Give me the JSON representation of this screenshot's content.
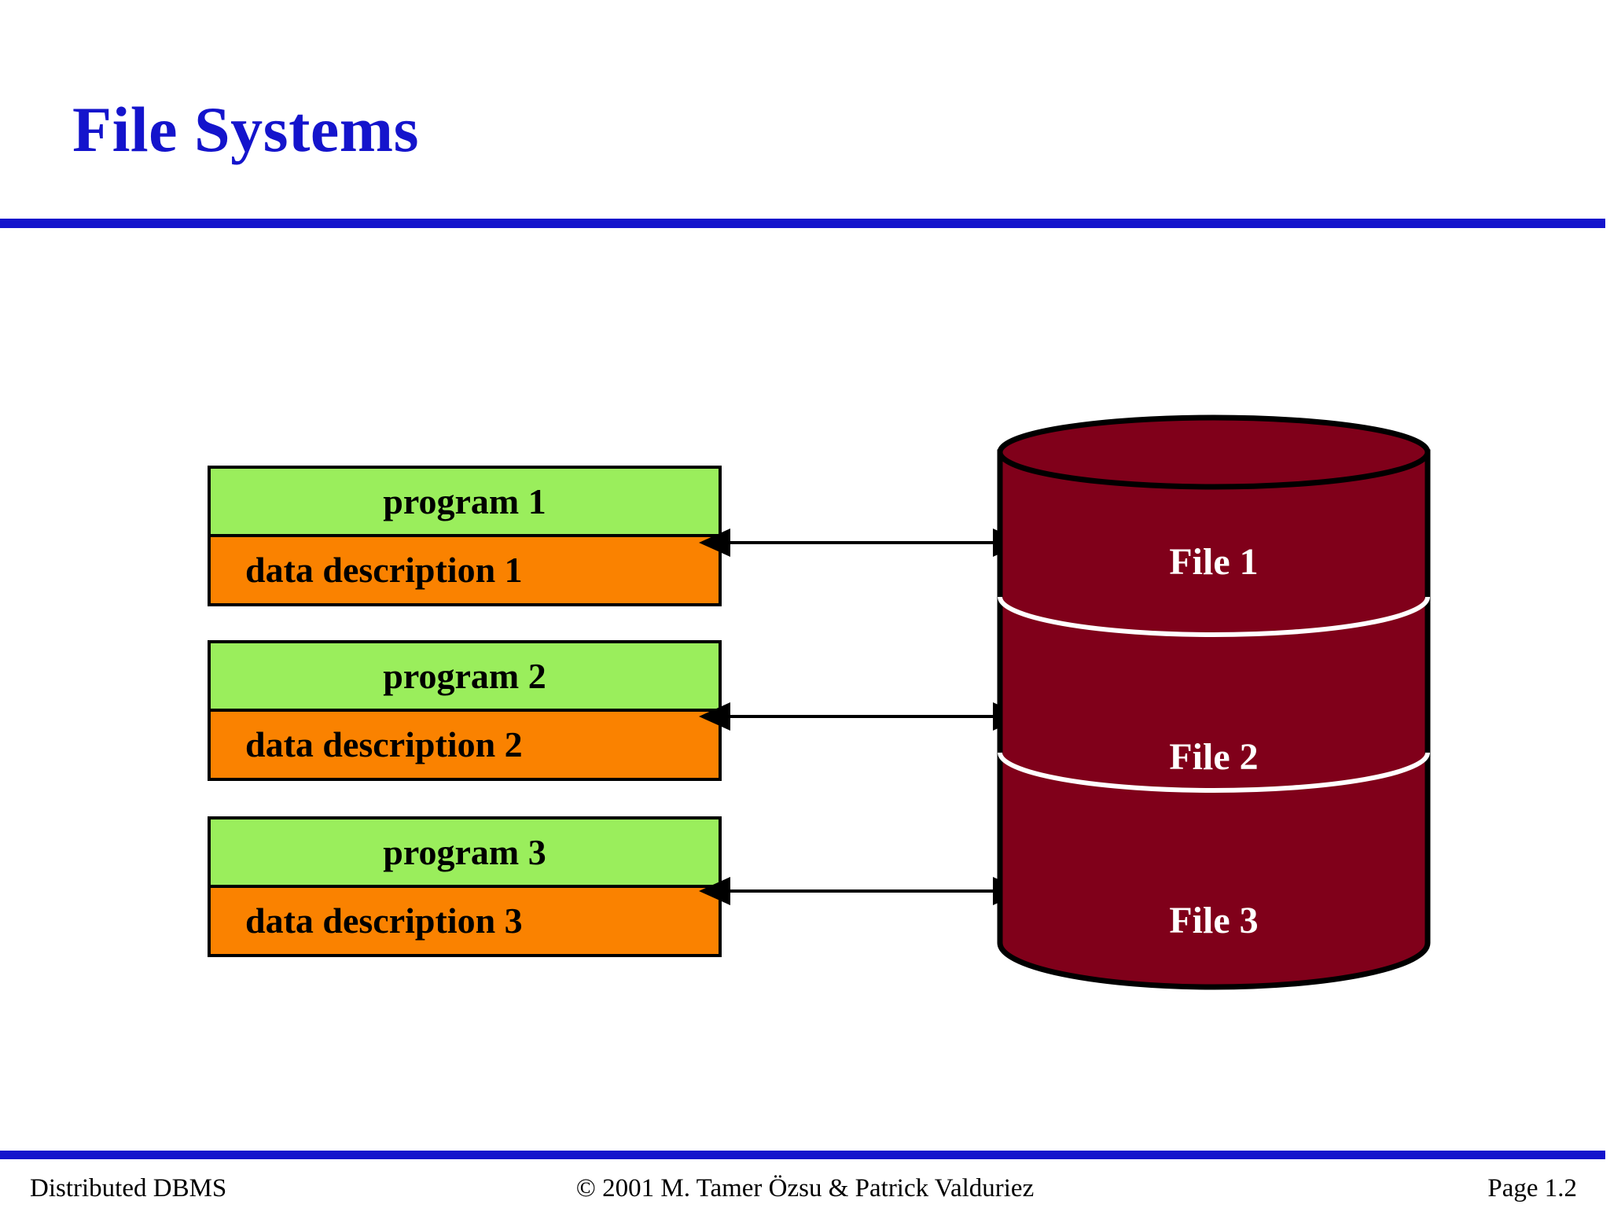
{
  "slide": {
    "title": "File Systems",
    "title_color": "#1414CC",
    "rule_color": "#1414CC",
    "background": "#FFFFFF"
  },
  "diagram": {
    "type": "file-systems-architecture",
    "program_groups": [
      {
        "program_label": "program 1",
        "data_label": "data description 1"
      },
      {
        "program_label": "program 2",
        "data_label": "data description 2"
      },
      {
        "program_label": "program 3",
        "data_label": "data description 3"
      }
    ],
    "program_box_color": "#9AEE5C",
    "data_box_color": "#FA8200",
    "storage": {
      "shape": "cylinder",
      "color": "#80001A",
      "segments": [
        {
          "label": "File 1"
        },
        {
          "label": "File 2"
        },
        {
          "label": "File 3"
        }
      ]
    },
    "connectors": [
      {
        "from": "program 1 / data description 1",
        "to": "File 1",
        "style": "double-headed-arrow"
      },
      {
        "from": "program 2 / data description 2",
        "to": "File 2",
        "style": "double-headed-arrow"
      },
      {
        "from": "program 3 / data description 3",
        "to": "File 3",
        "style": "double-headed-arrow"
      }
    ]
  },
  "footer": {
    "left": "Distributed DBMS",
    "center": "© 2001 M. Tamer Özsu & Patrick Valduriez",
    "right": "Page 1.2"
  }
}
